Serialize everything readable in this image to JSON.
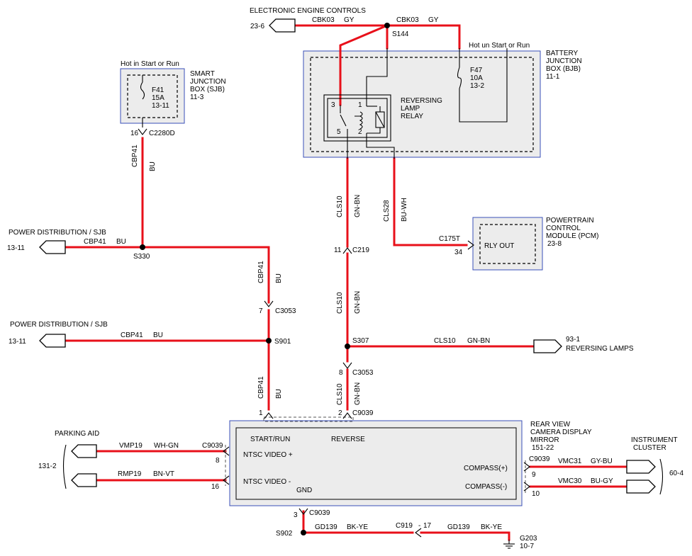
{
  "eec": {
    "title": "ELECTRONIC ENGINE CONTROLS",
    "ref": "23-6",
    "left_circuit": "CBK03",
    "left_color": "GY",
    "right_circuit": "CBK03",
    "right_color": "GY",
    "splice": "S144"
  },
  "bjb": {
    "hot_label": "Hot un Start or Run",
    "line1": "BATTERY",
    "line2": "JUNCTION",
    "line3": "BOX (BJB)",
    "page": "11-1",
    "fuse_id": "F47",
    "fuse_amp": "10A",
    "fuse_ref": "13-2"
  },
  "relay": {
    "line1": "REVERSING",
    "line2": "LAMP",
    "line3": "RELAY",
    "pin3": "3",
    "pin1": "1",
    "pin5": "5",
    "pin2": "2"
  },
  "sjb": {
    "hot_label": "Hot in Start or Run",
    "line1": "SMART",
    "line2": "JUNCTION",
    "line3": "BOX (SJB)",
    "page": "11-3",
    "fuse_id": "F41",
    "fuse_amp": "15A",
    "fuse_ref": "13-11",
    "pin": "16",
    "connector": "C2280D"
  },
  "cbp41_wires": {
    "circuit": "CBP41",
    "color": "BU"
  },
  "cls10_wires": {
    "circuit": "CLS10",
    "color": "GN-BN"
  },
  "pd1": {
    "title": "POWER DISTRIBUTION / SJB",
    "ref": "13-11",
    "circuit": "CBP41",
    "color": "BU",
    "splice": "S330"
  },
  "pd2": {
    "title": "POWER DISTRIBUTION / SJB",
    "ref": "13-11",
    "circuit": "CBP41",
    "color": "BU",
    "splice": "S901"
  },
  "c3053_left": {
    "pin": "7",
    "connector": "C3053"
  },
  "c3053_right": {
    "pin": "8",
    "connector": "C3053"
  },
  "c219": {
    "pin": "11",
    "connector": "C219"
  },
  "cls28": {
    "circuit": "CLS28",
    "color": "BU-WH"
  },
  "pcm": {
    "connector": "C175T",
    "pin": "34",
    "pin_label": "RLY OUT",
    "line1": "POWERTRAIN",
    "line2": "CONTROL",
    "line3": "MODULE (PCM)",
    "page": "23-8"
  },
  "rev_lamps": {
    "splice": "S307",
    "circuit": "CLS10",
    "color": "GN-BN",
    "ref": "93-1",
    "title": "REVERSING LAMPS"
  },
  "mirror": {
    "line1": "REAR VIEW",
    "line2": "CAMERA DISPLAY",
    "line3": "MIRROR",
    "page": "151-22",
    "start_run": "START/RUN",
    "reverse": "REVERSE",
    "ntsc_plus": "NTSC VIDEO +",
    "ntsc_minus": "NTSC VIDEO -",
    "gnd": "GND",
    "compass_plus": "COMPASS(+)",
    "compass_minus": "COMPASS(-)",
    "top_pin1": "1",
    "top_pin2": "2",
    "top_connector": "C9039"
  },
  "parking": {
    "title": "PARKING AID",
    "ref": "131-2",
    "w1_circuit": "VMP19",
    "w1_color": "WH-GN",
    "w2_circuit": "RMP19",
    "w2_color": "BN-VT",
    "connector": "C9039",
    "pin8": "8",
    "pin16": "16"
  },
  "cluster": {
    "line1": "INSTRUMENT",
    "line2": "CLUSTER",
    "ref": "60-4",
    "connector": "C9039",
    "pin9": "9",
    "pin10": "10",
    "w1_circuit": "VMC31",
    "w1_color": "GY-BU",
    "w2_circuit": "VMC30",
    "w2_color": "BU-GY"
  },
  "ground": {
    "pin": "3",
    "connector": "C9039",
    "splice": "S902",
    "w1_circuit": "GD139",
    "w1_color": "BK-YE",
    "mid_connector": "C919",
    "mid_pin": "17",
    "w2_circuit": "GD139",
    "w2_color": "BK-YE",
    "gnd_id": "G203",
    "gnd_ref": "10-7"
  }
}
